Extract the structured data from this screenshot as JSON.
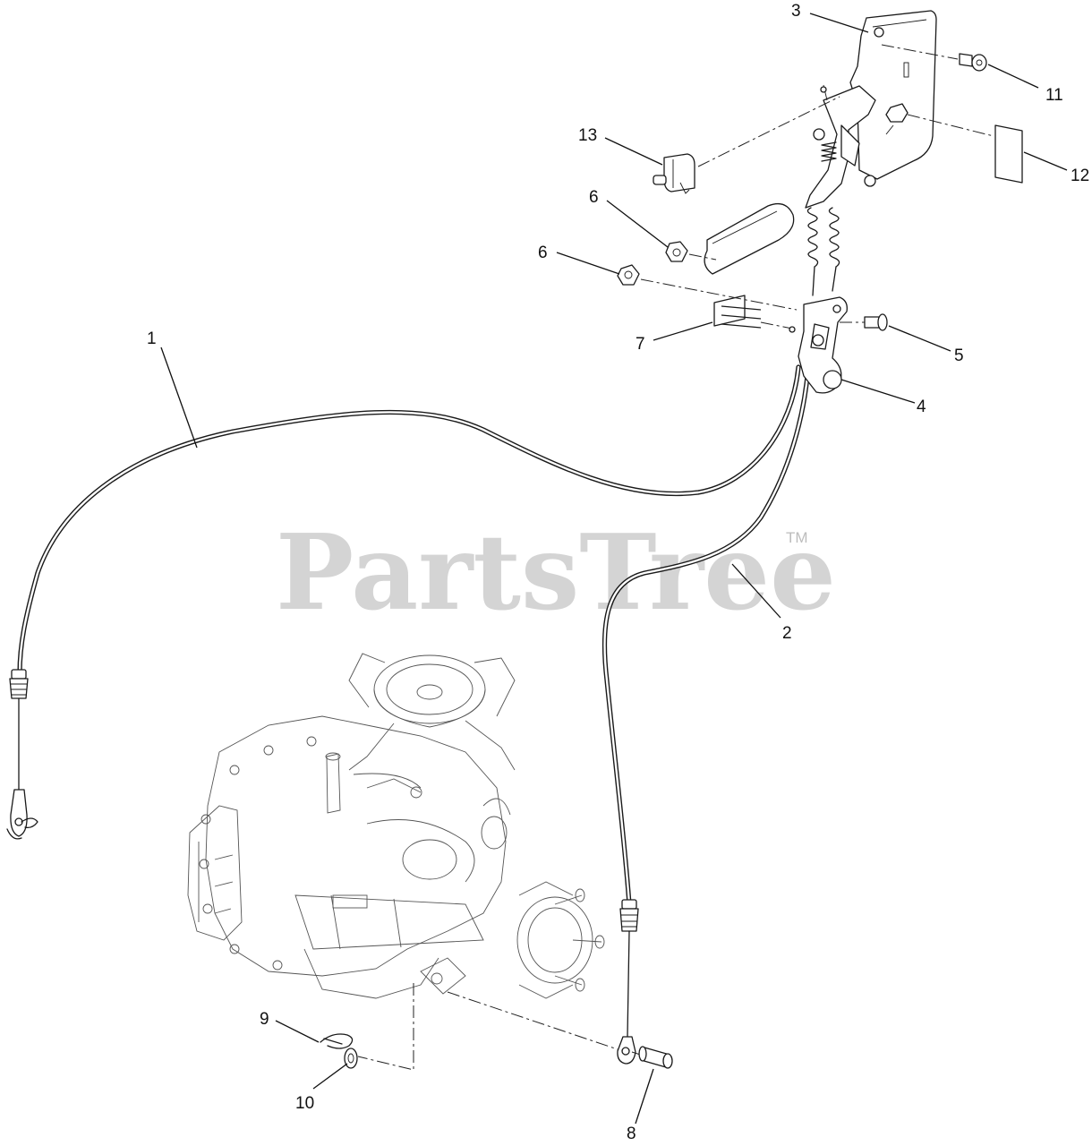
{
  "watermark": {
    "brand": "PartsTree",
    "trademark": "TM"
  },
  "callouts": [
    {
      "id": "1",
      "label": "1"
    },
    {
      "id": "2",
      "label": "2"
    },
    {
      "id": "3",
      "label": "3"
    },
    {
      "id": "4",
      "label": "4"
    },
    {
      "id": "5",
      "label": "5"
    },
    {
      "id": "6a",
      "label": "6"
    },
    {
      "id": "6b",
      "label": "6"
    },
    {
      "id": "7",
      "label": "7"
    },
    {
      "id": "8",
      "label": "8"
    },
    {
      "id": "9",
      "label": "9"
    },
    {
      "id": "10",
      "label": "10"
    },
    {
      "id": "11",
      "label": "11"
    },
    {
      "id": "12",
      "label": "12"
    },
    {
      "id": "13",
      "label": "13"
    }
  ]
}
